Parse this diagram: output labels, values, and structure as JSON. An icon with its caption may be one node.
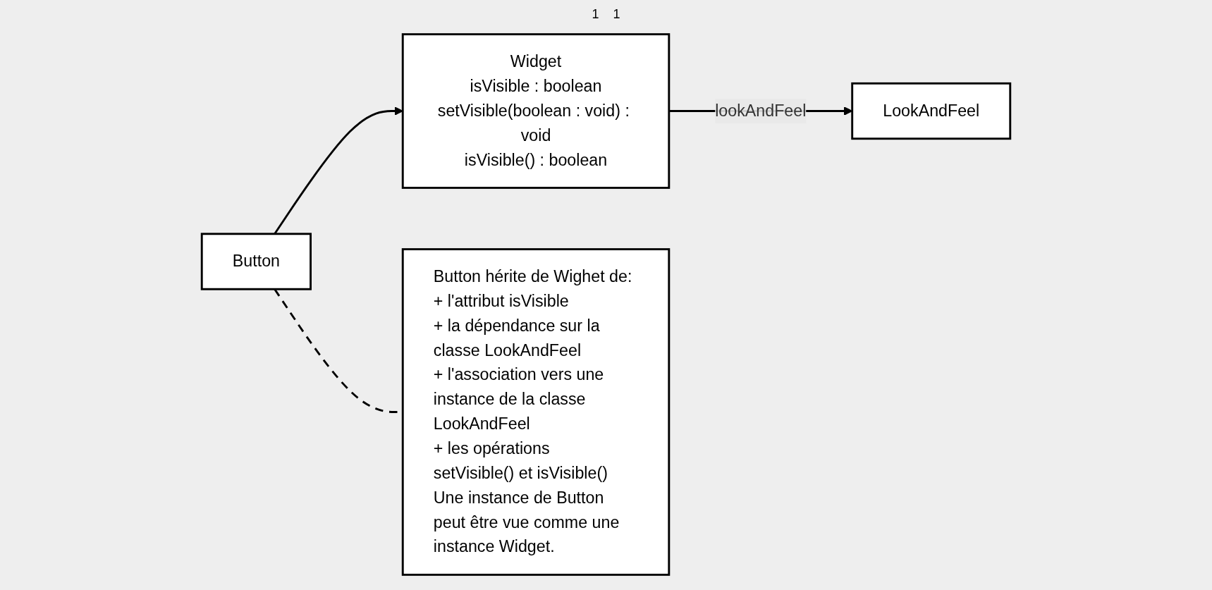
{
  "diagram": {
    "nodes": [
      {
        "text": [
          "Widget",
          "isVisible : boolean",
          "setVisible(boolean : void) : void",
          "isVisible() : boolean"
        ]
      },
      {
        "text": [
          "LookAndFeel"
        ]
      },
      {
        "text": [
          "Button"
        ]
      },
      {
        "text": [
          "Button hérite de Wighet de:",
          "+ l'attribut isVisible",
          "+ la dépendance sur la classe LookAndFeel",
          "+ l'association vers une instance de la classe LookAndFeel",
          "+ les opérations setVisible() et isVisible()",
          "Une instance de Button peut être vue comme une instance Widget."
        ]
      }
    ],
    "edges": [
      {
        "from": 0,
        "to": 1,
        "arrow": "to",
        "label": "lookAndFeel"
      },
      {
        "from": 2,
        "to": 0,
        "arrow": "to"
      },
      {
        "from": 2,
        "to": 3,
        "arrow": "none",
        "style": "dashed"
      }
    ],
    "labels": [
      "1",
      "1"
    ]
  }
}
